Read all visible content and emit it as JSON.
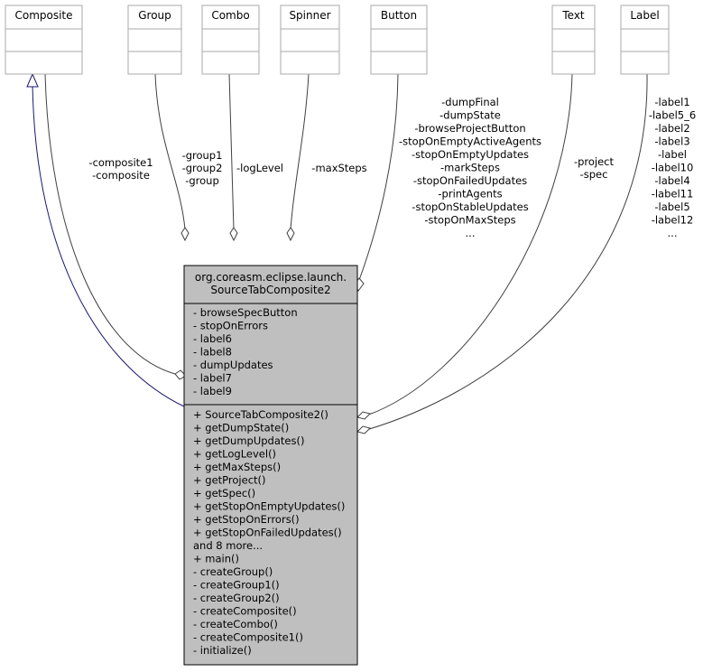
{
  "classes": {
    "composite": "Composite",
    "group": "Group",
    "combo": "Combo",
    "spinner": "Spinner",
    "button": "Button",
    "text": "Text",
    "label": "Label"
  },
  "main_class": {
    "title_line1": "org.coreasm.eclipse.launch.",
    "title_line2": "SourceTabComposite2",
    "attributes": [
      "- browseSpecButton",
      "- stopOnErrors",
      "- label6",
      "- label8",
      "- dumpUpdates",
      "- label7",
      "- label9"
    ],
    "operations": [
      "+ SourceTabComposite2()",
      "+ getDumpState()",
      "+ getDumpUpdates()",
      "+ getLogLevel()",
      "+ getMaxSteps()",
      "+ getProject()",
      "+ getSpec()",
      "+ getStopOnEmptyUpdates()",
      "+ getStopOnErrors()",
      "+ getStopOnFailedUpdates()",
      "and 8 more...",
      "+ main()",
      "- createGroup()",
      "- createGroup1()",
      "- createGroup2()",
      "- createComposite()",
      "- createCombo()",
      "- createComposite1()",
      "- initialize()"
    ]
  },
  "edge_labels": {
    "composite": [
      "-composite1",
      "-composite"
    ],
    "group": [
      "-group1",
      "-group2",
      "-group"
    ],
    "combo": [
      "-logLevel"
    ],
    "spinner": [
      "-maxSteps"
    ],
    "button": [
      "-dumpFinal",
      "-dumpState",
      "-browseProjectButton",
      "-stopOnEmptyActiveAgents",
      "-stopOnEmptyUpdates",
      "-markSteps",
      "-stopOnFailedUpdates",
      "-printAgents",
      "-stopOnStableUpdates",
      "-stopOnMaxSteps",
      "..."
    ],
    "text": [
      "-project",
      "-spec"
    ],
    "label": [
      "-label1",
      "-label5_6",
      "-label2",
      "-label3",
      "-label",
      "-label10",
      "-label4",
      "-label11",
      "-label5",
      "-label12",
      "..."
    ]
  },
  "colors": {
    "main_fill": "#bfbfbf",
    "class_border": "#aaaaaa",
    "association_line": "#404040",
    "generalization_line": "#191970"
  }
}
